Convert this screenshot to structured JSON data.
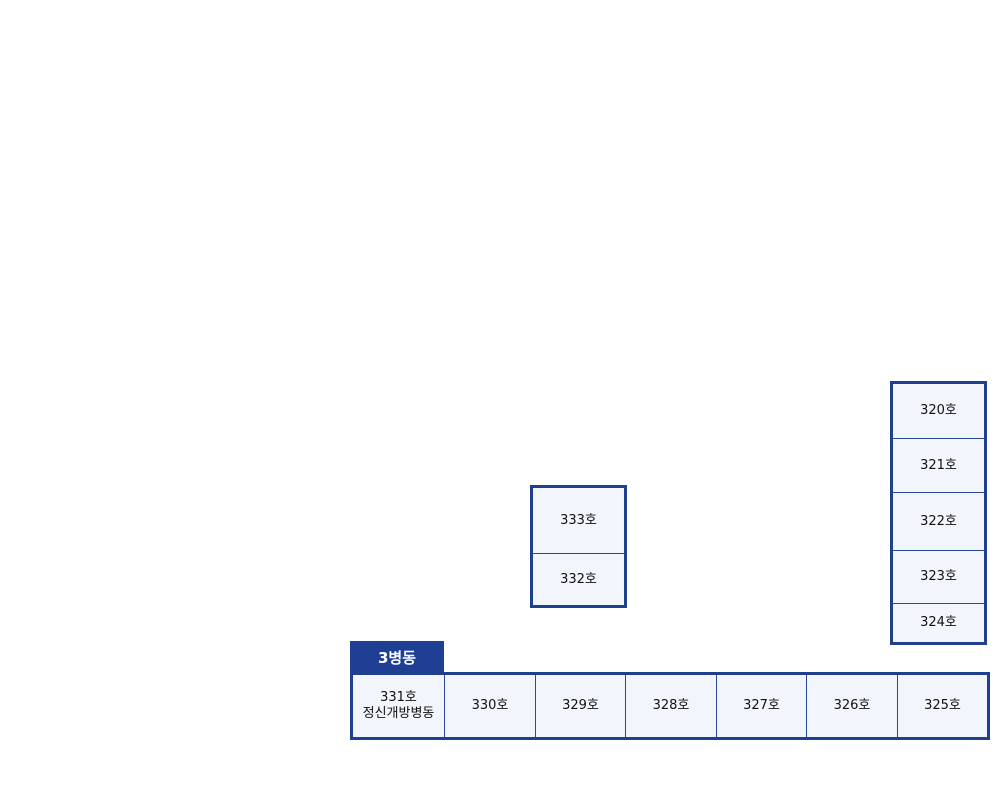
{
  "ward": {
    "label": "3병동"
  },
  "rooms": {
    "r320": "320호",
    "r321": "321호",
    "r322": "322호",
    "r323": "323호",
    "r324": "324호",
    "r325": "325호",
    "r326": "326호",
    "r327": "327호",
    "r328": "328호",
    "r329": "329호",
    "r330": "330호",
    "r331": "331호",
    "r331_sub": "정신개방병동",
    "r332": "332호",
    "r333": "333호"
  },
  "colors": {
    "border": "#1f3f8f",
    "room_fill": "#f2f5fb",
    "label_fill": "#1e3f94"
  }
}
